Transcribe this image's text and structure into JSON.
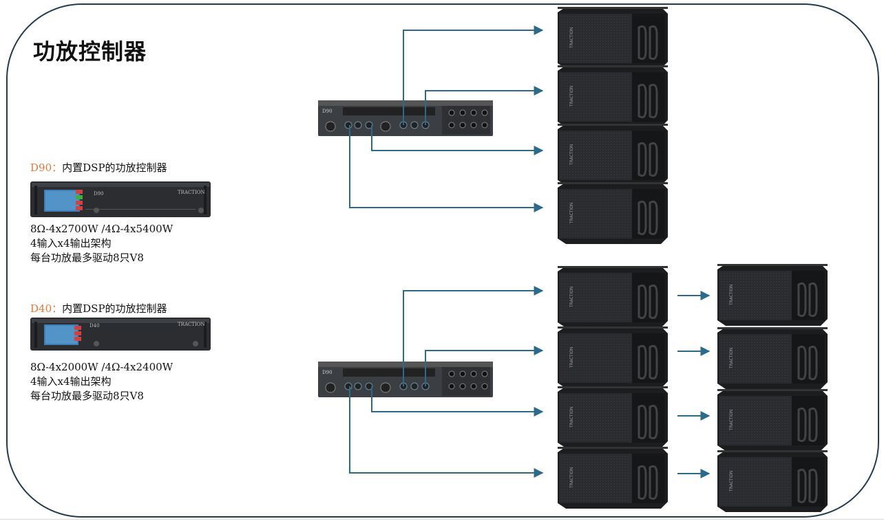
{
  "title": "功放控制器",
  "models": [
    {
      "name": "D90",
      "desc": "内置DSP的功放控制器",
      "front_label": "D90",
      "brand": "TRACTION",
      "specs": [
        "8Ω-4x2700W /4Ω-4x5400W",
        "4输入x4输出架构",
        "每台功放最多驱动8只V8"
      ]
    },
    {
      "name": "D40",
      "desc": "内置DSP的功放控制器",
      "front_label": "D40",
      "brand": "TRACTION",
      "specs": [
        "8Ω-4x2000W /4Ω-4x2400W",
        "4输入x4输出架构",
        "每台功放最多驱动8只V8"
      ]
    }
  ],
  "rear_labels": [
    "D90",
    "D90"
  ],
  "speaker_brand": "TRACTION",
  "colors": {
    "accent": "#e07a3a",
    "line": "#2c6a8a",
    "frame": "#1f3b4d"
  }
}
